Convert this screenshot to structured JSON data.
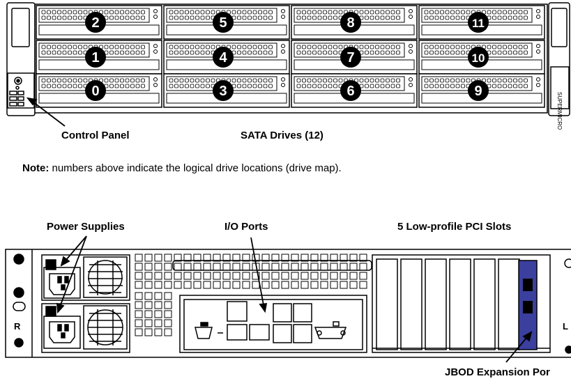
{
  "front": {
    "drive_numbers": [
      [
        "2",
        "5",
        "8",
        "11"
      ],
      [
        "1",
        "4",
        "7",
        "10"
      ],
      [
        "0",
        "3",
        "6",
        "9"
      ]
    ],
    "control_panel_label": "Control Panel",
    "sata_label": "SATA Drives (12)",
    "brand_text": "SUPERMICRO"
  },
  "note": {
    "prefix": "Note:",
    "text": " numbers above indicate the logical drive locations (drive map)."
  },
  "rear": {
    "power_supplies_label": "Power Supplies",
    "io_ports_label": "I/O Ports",
    "pci_slots_label": "5 Low-profile PCI Slots",
    "jbod_label": "JBOD Expansion Por",
    "r_letter": "R",
    "l_letter": "L"
  },
  "colors": {
    "jbod_port": "#3b3f9e"
  }
}
